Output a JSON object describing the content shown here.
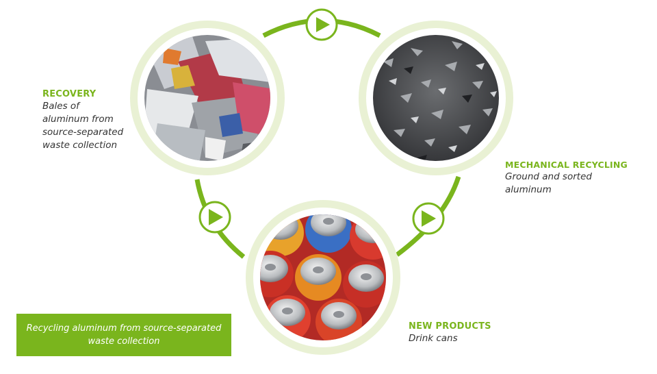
{
  "colors": {
    "accent_green": "#7ab51d",
    "ring_fill": "#e9f1d4",
    "caption_bg": "#7ab51d",
    "caption_text": "#ffffff",
    "body_text": "#333333"
  },
  "stages": {
    "recovery": {
      "title": "RECOVERY",
      "description": "Bales of\naluminum from\nsource-separated\nwaste collection",
      "photo": "crushed-aluminum-bales-photo"
    },
    "mechanical_recycling": {
      "title": "MECHANICAL RECYCLING",
      "description": "Ground and sorted\naluminum",
      "photo": "ground-aluminum-shreds-photo"
    },
    "new_products": {
      "title": "NEW PRODUCTS",
      "description": "Drink cans",
      "photo": "drink-cans-photo"
    }
  },
  "flow_arrows": [
    "play-arrow-icon",
    "play-arrow-icon",
    "play-arrow-icon"
  ],
  "caption": {
    "text": "Recycling aluminum from source-separated waste collection"
  }
}
